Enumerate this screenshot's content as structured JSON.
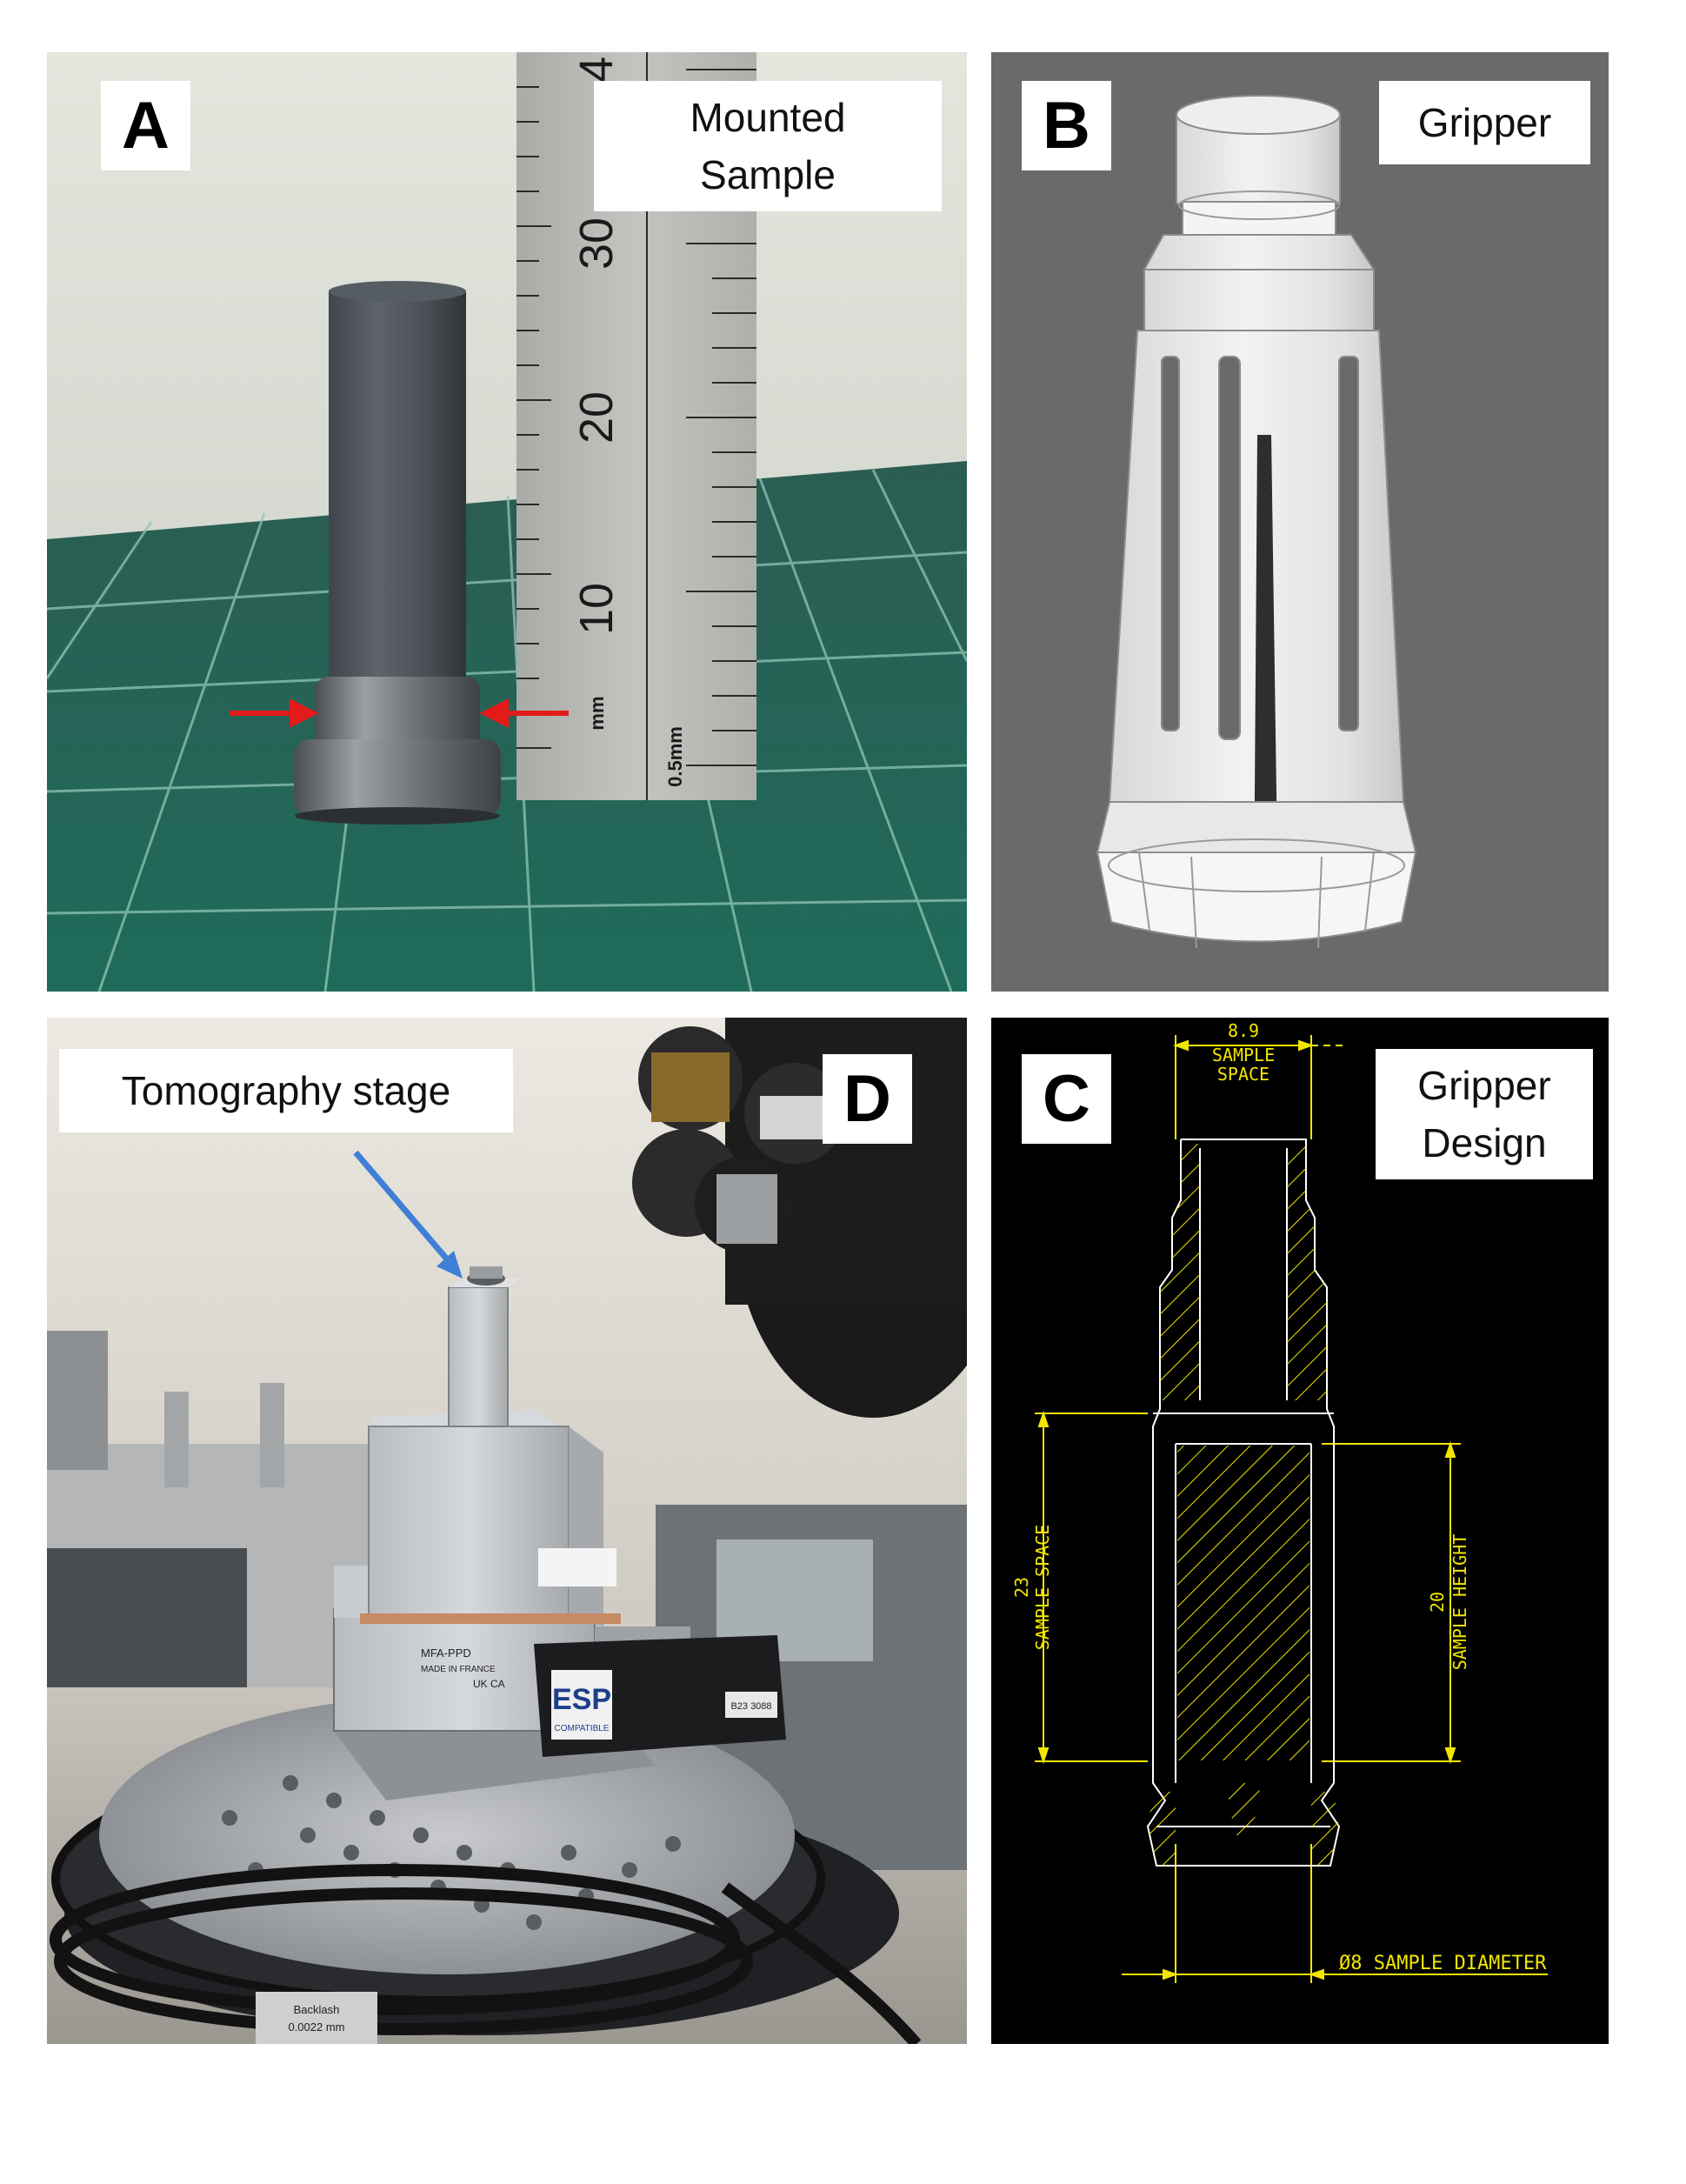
{
  "panels": {
    "a": {
      "letter": "A",
      "label_line1": "Mounted",
      "label_line2": "Sample",
      "ruler": {
        "numbers": [
          "30",
          "20",
          "10"
        ],
        "unit_mm": "mm",
        "unit_half": "0.5mm",
        "top_partial": "4"
      }
    },
    "b": {
      "letter": "B",
      "label": "Gripper"
    },
    "d": {
      "letter": "D",
      "label": "Tomography stage",
      "device_texts": {
        "brand": "ESP",
        "brand_sub": "COMPATIBLE",
        "stage_model": "MFA-PPD",
        "made_in": "MADE IN FRANCE",
        "ukca": "UK CA",
        "sticker1": "Backlash",
        "sticker2": "0.0022 mm",
        "serial": "B23 3088"
      }
    },
    "c": {
      "letter": "C",
      "label_line1": "Gripper",
      "label_line2": "Design",
      "cad": {
        "top_dim_value": "8.9",
        "top_dim_label1": "SAMPLE",
        "top_dim_label2": "SPACE",
        "left_dim_value": "23",
        "left_dim_label": "SAMPLE SPACE",
        "right_dim_value": "20",
        "right_dim_label": "SAMPLE HEIGHT",
        "bottom_dim": "Ø8 SAMPLE DIAMETER"
      }
    }
  },
  "colors": {
    "cad_yellow": "#f2e600",
    "mat_green": "#1f6b5a",
    "panel_b_bg": "#6a6a6a",
    "arrow_red": "#e31b1b",
    "arrow_blue": "#3f7fd6"
  }
}
